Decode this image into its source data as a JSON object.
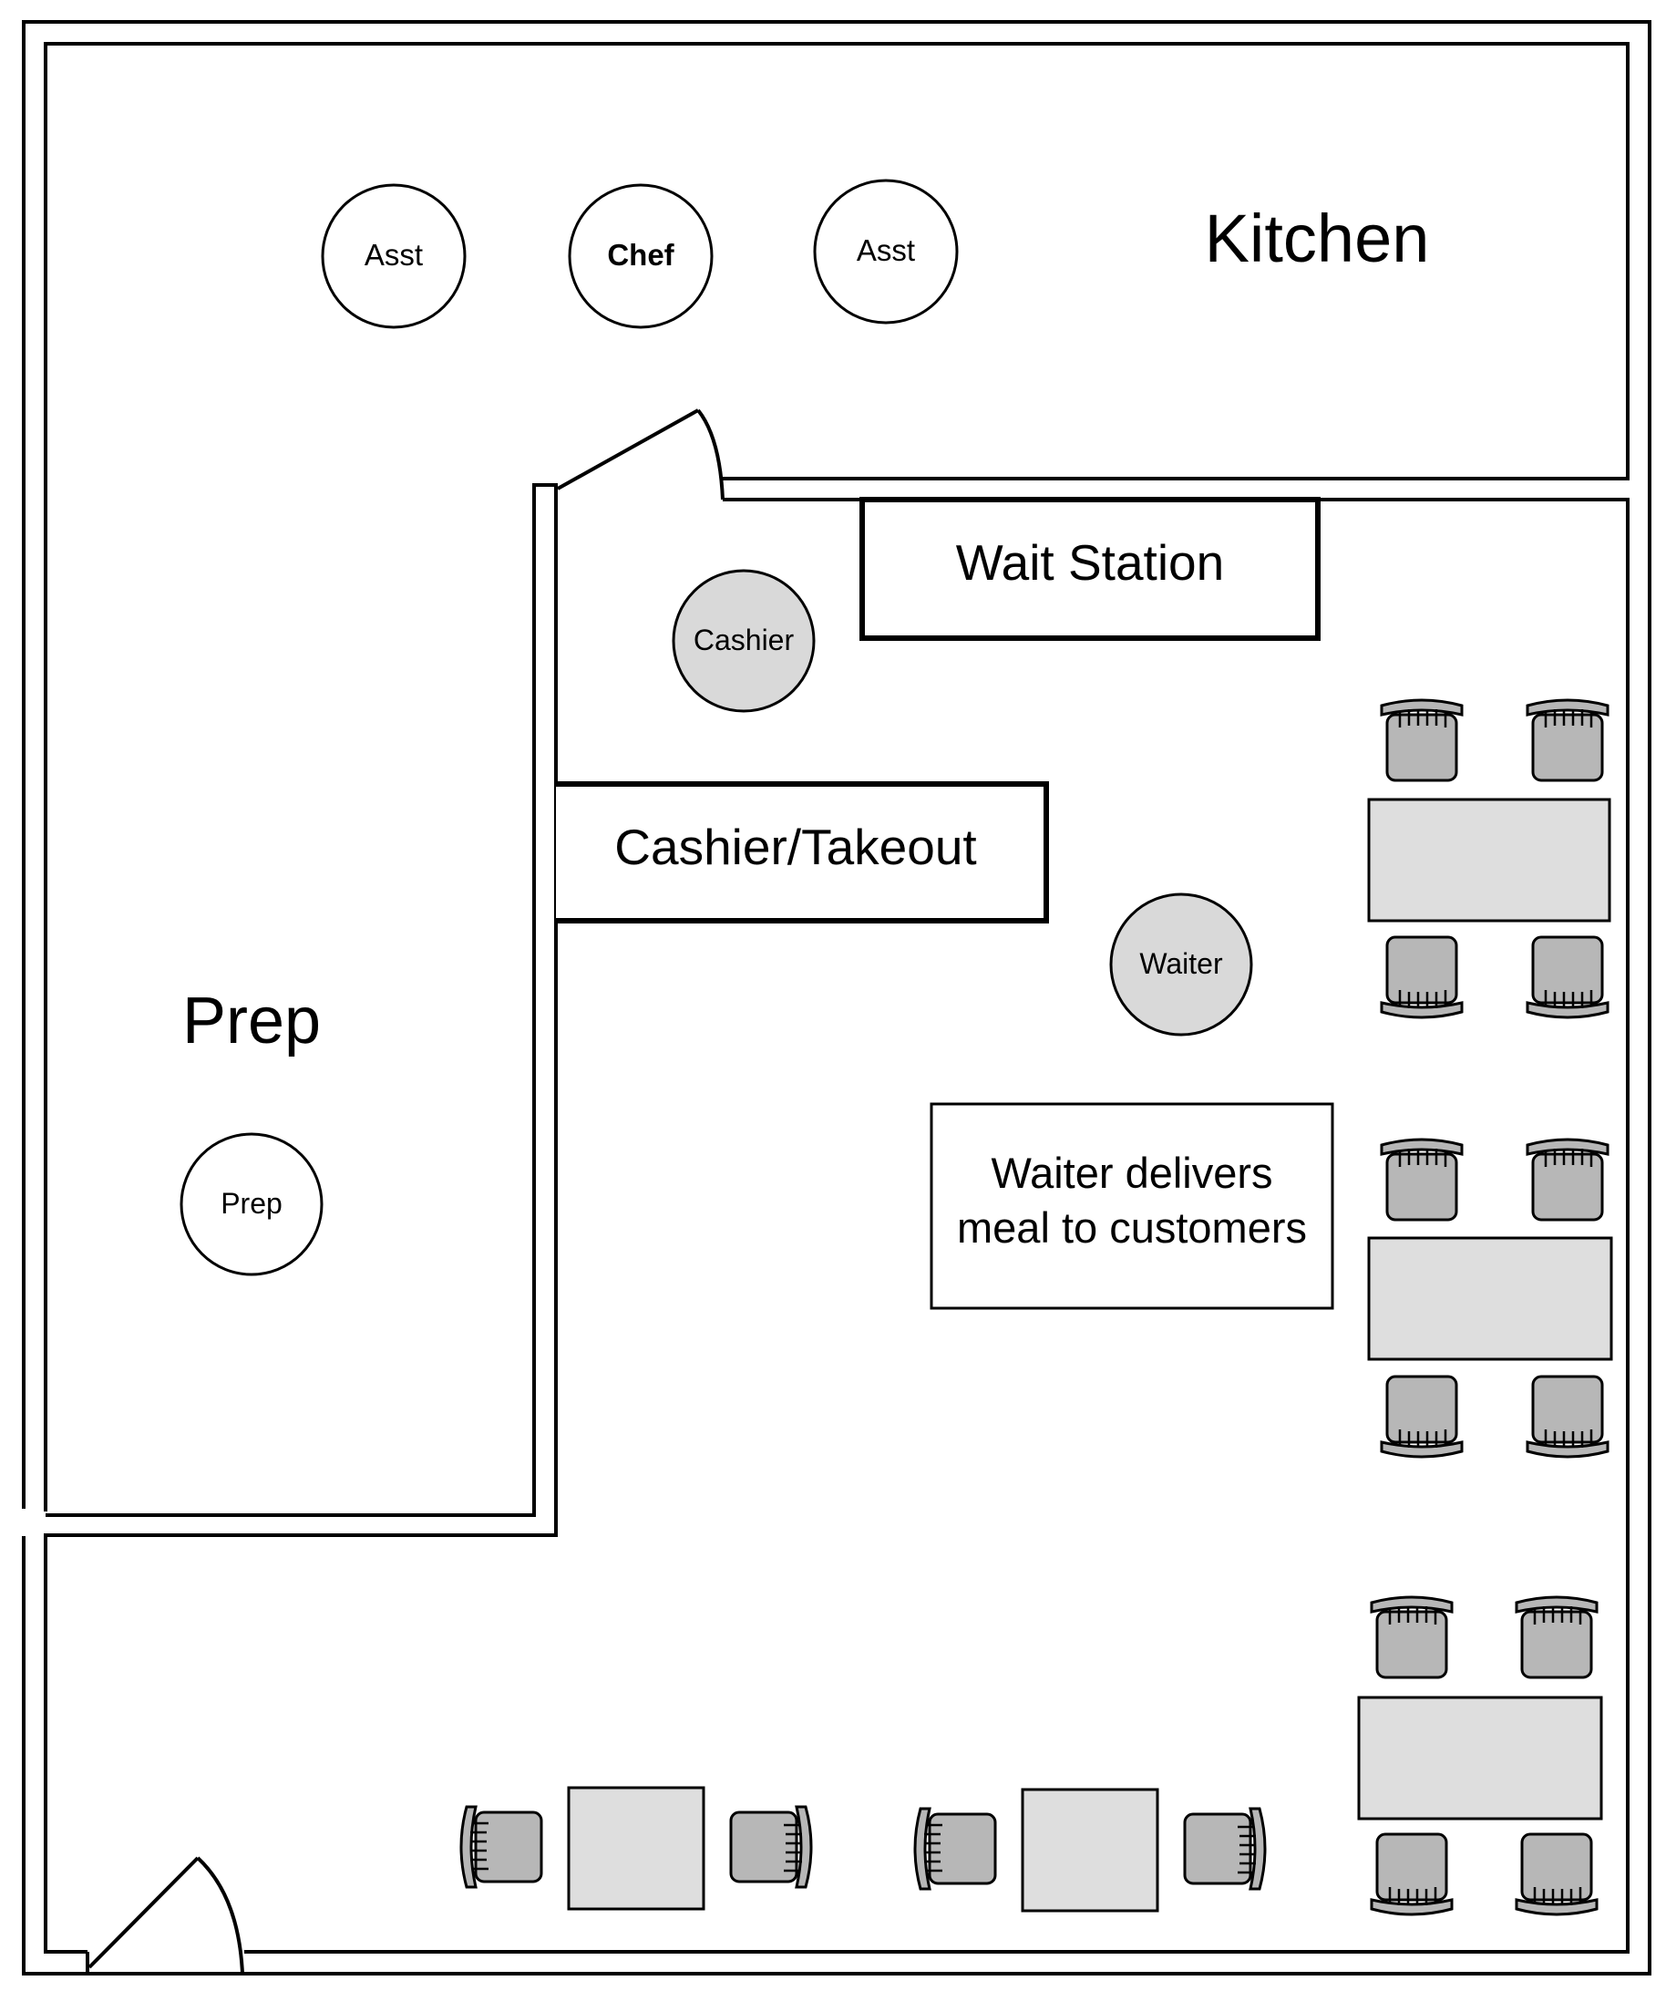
{
  "rooms": {
    "kitchen": "Kitchen",
    "prep": "Prep"
  },
  "stations": {
    "wait_station": "Wait Station",
    "cashier_takeout": "Cashier/Takeout"
  },
  "staff": {
    "asst_left": "Asst",
    "chef": "Chef",
    "asst_right": "Asst",
    "cashier": "Cashier",
    "waiter": "Waiter",
    "prep": "Prep"
  },
  "note": {
    "line1": "Waiter delivers",
    "line2": "meal to customers"
  },
  "colors": {
    "wall": "#000000",
    "staff_white": "#ffffff",
    "staff_gray": "#d9d9d9",
    "table_fill": "#dedede",
    "chair_fill": "#b7b7b7"
  }
}
